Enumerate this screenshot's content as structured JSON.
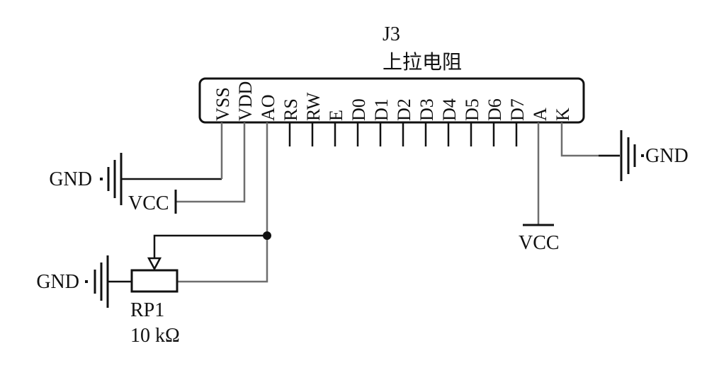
{
  "component": {
    "ref": "J3",
    "value": "上拉电阻",
    "pins": [
      "VSS",
      "VDD",
      "AO",
      "RS",
      "RW",
      "E",
      "D0",
      "D1",
      "D2",
      "D3",
      "D4",
      "D5",
      "D6",
      "D7",
      "A",
      "K"
    ]
  },
  "potentiometer": {
    "ref": "RP1",
    "value": "10 kΩ"
  },
  "nets": {
    "gnd_left": "GND",
    "vcc_left": "VCC",
    "gnd_pot": "GND",
    "gnd_right": "GND",
    "vcc_right": "VCC"
  },
  "colors": {
    "ink": "#111111",
    "wire": "#6e6e6e",
    "background": "#ffffff"
  }
}
